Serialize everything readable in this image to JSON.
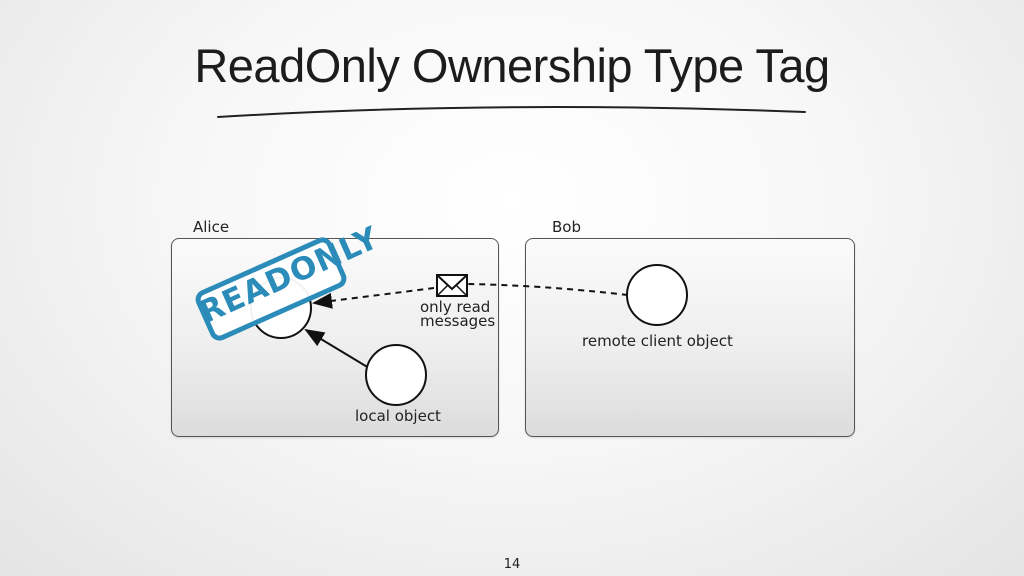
{
  "slide": {
    "title": "ReadOnly Ownership Type Tag",
    "page_number": "14"
  },
  "panels": {
    "alice": {
      "label": "Alice"
    },
    "bob": {
      "label": "Bob"
    }
  },
  "objects": {
    "local_object_label": "local object",
    "remote_client_object_label": "remote client object"
  },
  "message": {
    "line1": "only read",
    "line2": "messages",
    "icon": "envelope-icon"
  },
  "stamp": {
    "text": "READONLY",
    "color": "#2c8cb9"
  }
}
